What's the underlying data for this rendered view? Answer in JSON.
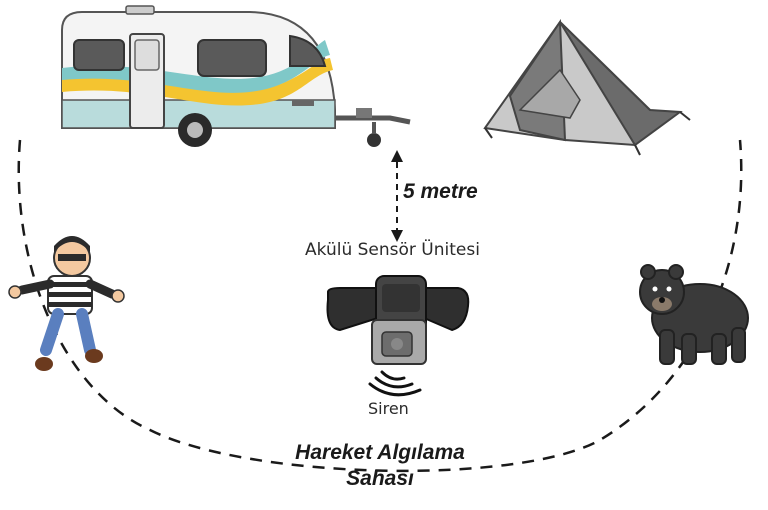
{
  "distance_label": "5 metre",
  "sensor_label": "Akülü Sensör Ünitesi",
  "siren_label": "Siren",
  "area_label_line1": "Hareket Algılama",
  "area_label_line2": "Sahası",
  "colors": {
    "caravan_body": "#f2f2f2",
    "caravan_stripe_teal": "#7fc8c8",
    "caravan_stripe_yellow": "#f4c430",
    "caravan_bottom": "#b9dcdc",
    "tent_dark": "#6b6b6b",
    "tent_light": "#c9c9c9",
    "bear": "#3a3a3a",
    "sensor": "#2f2f2f",
    "dashed_line": "#1a1a1a"
  }
}
